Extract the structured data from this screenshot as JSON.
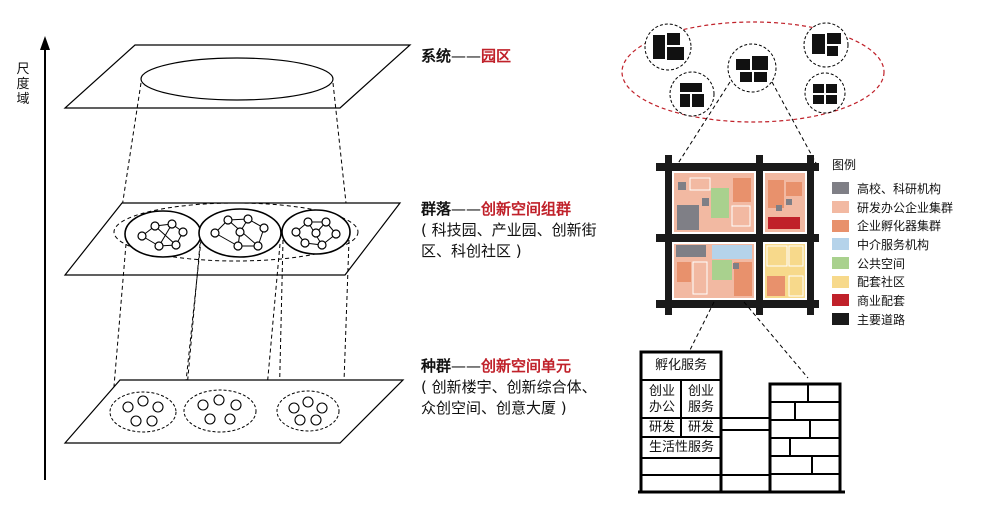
{
  "axis": {
    "label": "尺度域"
  },
  "levels": {
    "system": {
      "name": "系统",
      "dash": "——",
      "term": "园区"
    },
    "cluster": {
      "name": "群落",
      "dash": "——",
      "term": "创新空间组群",
      "detail_line1": "( 科技园、产业园、创新街",
      "detail_line2": "区、科创社区 )"
    },
    "population": {
      "name": "种群",
      "dash": "——",
      "term": "创新空间单元",
      "detail_line1": "( 创新楼宇、创新综合体、",
      "detail_line2": "众创空间、创意大厦 )"
    }
  },
  "legend": {
    "title": "图例",
    "items": [
      {
        "label": "高校、科研机构",
        "color": "#7f7f86"
      },
      {
        "label": "研发办公企业集群",
        "color": "#f2b9a2"
      },
      {
        "label": "企业孵化器集群",
        "color": "#e8916c"
      },
      {
        "label": "中介服务机构",
        "color": "#b5d3ea"
      },
      {
        "label": "公共空间",
        "color": "#a9d18e"
      },
      {
        "label": "配套社区",
        "color": "#f7d98b"
      },
      {
        "label": "商业配套",
        "color": "#c0212a"
      },
      {
        "label": "主要道路",
        "color": "#1a1a1a"
      }
    ]
  },
  "building": {
    "top": "孵化服务",
    "left_a": "创业\n办公",
    "right_a": "创业\n服务",
    "left_b": "研发",
    "right_b": "研发",
    "bottom": "生活性服务"
  }
}
